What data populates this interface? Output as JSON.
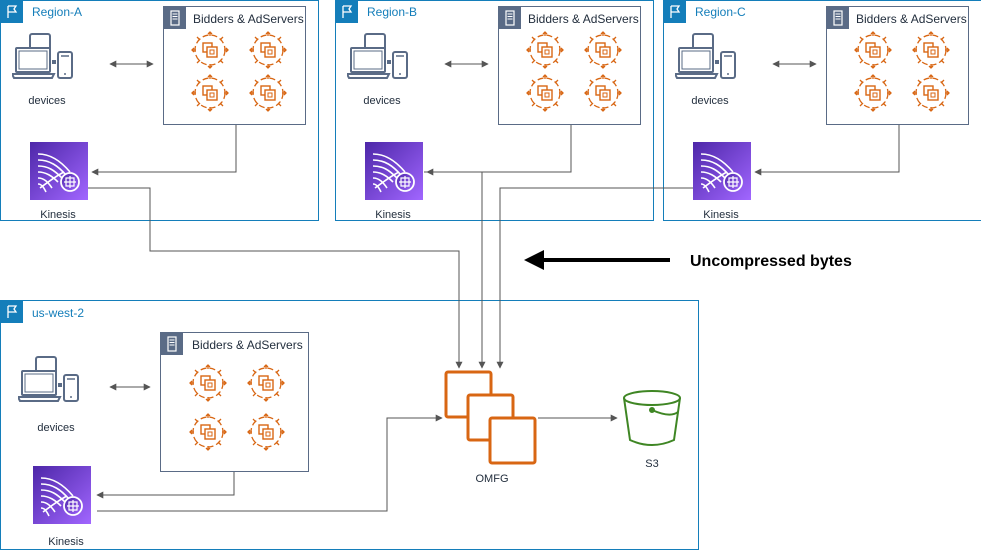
{
  "regions": [
    {
      "name": "Region-A",
      "group_label": "Bidders & AdServers",
      "devices_label": "devices",
      "kinesis_label": "Kinesis"
    },
    {
      "name": "Region-B",
      "group_label": "Bidders & AdServers",
      "devices_label": "devices",
      "kinesis_label": "Kinesis"
    },
    {
      "name": "Region-C",
      "group_label": "Bidders & AdServers",
      "devices_label": "devices",
      "kinesis_label": "Kinesis"
    }
  ],
  "main_region": {
    "name": "us-west-2",
    "group_label": "Bidders & AdServers",
    "devices_label": "devices",
    "kinesis_label": "Kinesis",
    "omfg_label": "OMFG",
    "s3_label": "S3"
  },
  "annotation": {
    "text": "Uncompressed bytes"
  },
  "colors": {
    "region_border": "#147eba",
    "group_border": "#5a6b86",
    "compute_orange": "#d86613",
    "kinesis_purple": "#7b3ff2",
    "s3_green": "#3f8624",
    "arrow": "#555555"
  }
}
